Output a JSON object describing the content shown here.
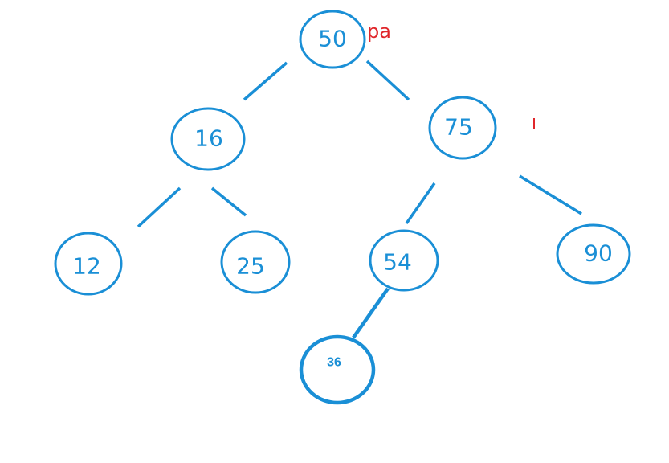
{
  "tree": {
    "pointer_label": "pa",
    "nodes": [
      {
        "id": "n50",
        "value": "50"
      },
      {
        "id": "n16",
        "value": "16"
      },
      {
        "id": "n75",
        "value": "75"
      },
      {
        "id": "n12",
        "value": "12"
      },
      {
        "id": "n25",
        "value": "25"
      },
      {
        "id": "n54",
        "value": "54"
      },
      {
        "id": "n90",
        "value": "90"
      },
      {
        "id": "n36",
        "value": "36"
      }
    ],
    "edges": [
      {
        "from": "50",
        "to": "16"
      },
      {
        "from": "50",
        "to": "75"
      },
      {
        "from": "16",
        "to": "12"
      },
      {
        "from": "16",
        "to": "25"
      },
      {
        "from": "75",
        "to": "54"
      },
      {
        "from": "75",
        "to": "90"
      },
      {
        "from": "54",
        "to": "36"
      }
    ],
    "colors": {
      "node": "#1a8fd6",
      "pointer": "#e0262b"
    }
  }
}
